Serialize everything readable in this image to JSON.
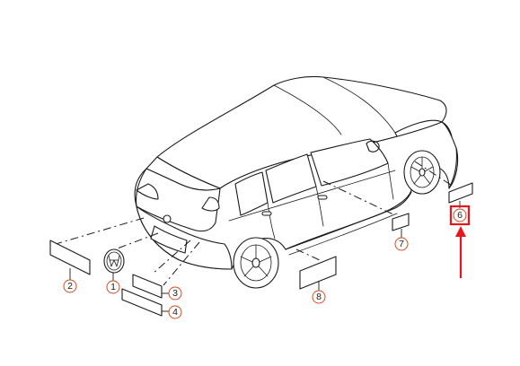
{
  "callouts": [
    {
      "id": "c1",
      "label": "1"
    },
    {
      "id": "c2",
      "label": "2"
    },
    {
      "id": "c3",
      "label": "3"
    },
    {
      "id": "c4",
      "label": "4"
    },
    {
      "id": "c6",
      "label": "6"
    },
    {
      "id": "c7",
      "label": "7"
    },
    {
      "id": "c8",
      "label": "8"
    }
  ],
  "colors": {
    "callout_outline": "#d94a1a",
    "highlight_box": "#e8141e",
    "arrow": "#e8141e",
    "line_art": "#1a1a1a"
  },
  "highlighted_callout": "6"
}
